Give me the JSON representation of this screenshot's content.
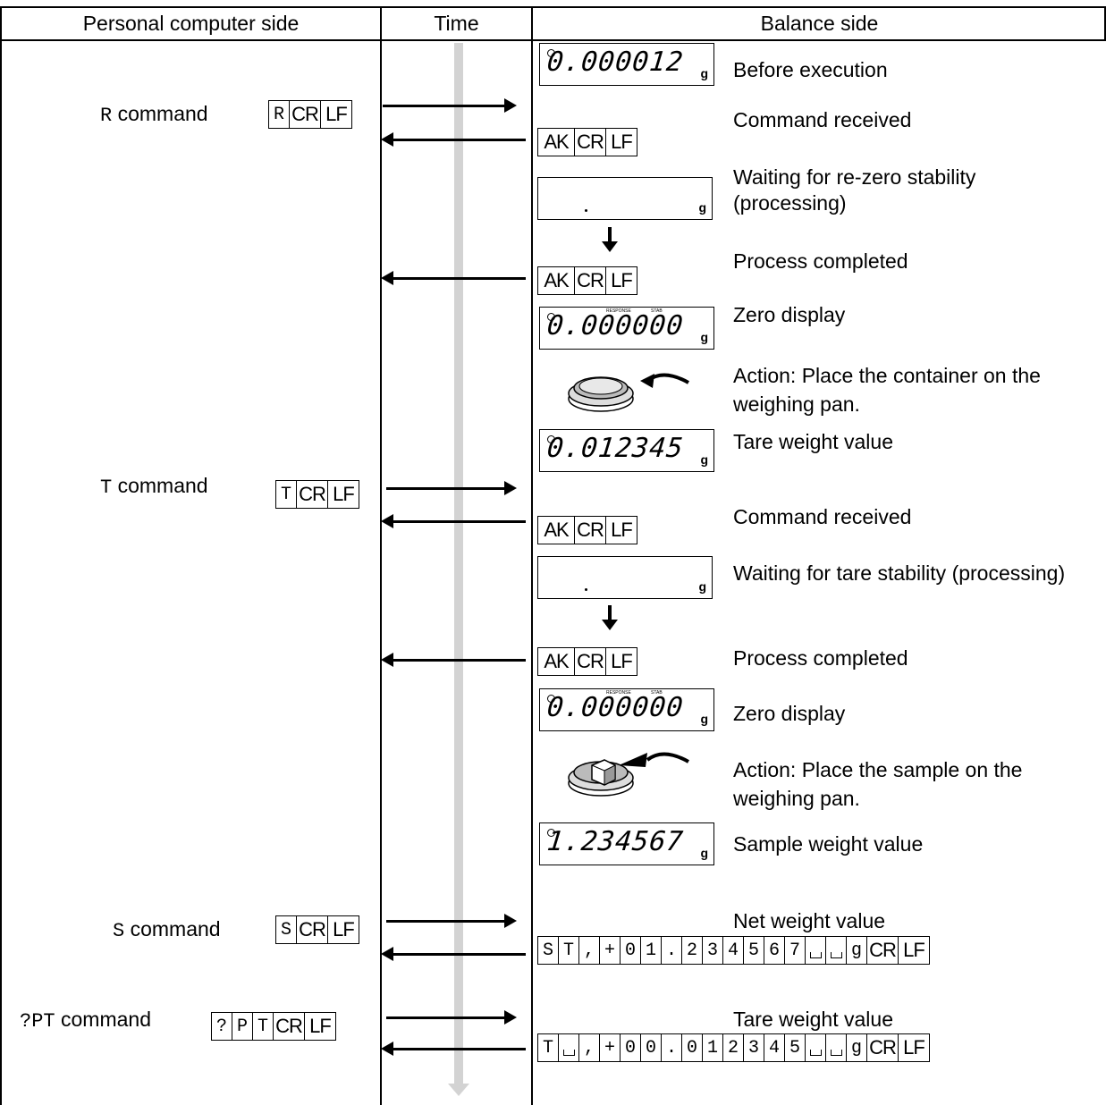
{
  "headers": {
    "left": "Personal computer side",
    "mid": "Time",
    "right": "Balance side"
  },
  "commands": [
    {
      "mono": "R",
      "label": " command",
      "keys": [
        "R"
      ]
    },
    {
      "mono": "T",
      "label": " command",
      "keys": [
        "T"
      ]
    },
    {
      "mono": "S",
      "label": " command",
      "keys": [
        "S"
      ]
    },
    {
      "mono": "?PT",
      "label": " command",
      "keys": [
        "?",
        "P",
        "T"
      ]
    }
  ],
  "codes": {
    "cr": "CR",
    "lf": "LF",
    "ak": "AK"
  },
  "displays": {
    "before": "0.000012",
    "zero": "0.000000",
    "tare": "0.012345",
    "sample": "1.234567",
    "unit": "g",
    "response_label": "RESPONSE",
    "stab_label": "STAB"
  },
  "descriptions": {
    "before": "Before execution",
    "cmd_received": "Command received",
    "wait_rezero": "Waiting for re-zero stability (processing)",
    "process_completed": "Process completed",
    "zero_display": "Zero display",
    "place_container": "Action: Place the container on the weighing pan.",
    "tare_value": "Tare weight value",
    "wait_tare": "Waiting for tare stability (processing)",
    "place_sample": "Action: Place the sample on the weighing pan.",
    "sample_value": "Sample weight value",
    "net_value": "Net weight value"
  },
  "responses": {
    "net": [
      "S",
      "T",
      ",",
      "+",
      "0",
      "1",
      ".",
      "2",
      "3",
      "4",
      "5",
      "6",
      "7",
      "␣",
      "␣",
      "g"
    ],
    "tare": [
      "T",
      "␣",
      ",",
      "+",
      "0",
      "0",
      ".",
      "0",
      "1",
      "2",
      "3",
      "4",
      "5",
      "␣",
      "␣",
      "g"
    ]
  }
}
